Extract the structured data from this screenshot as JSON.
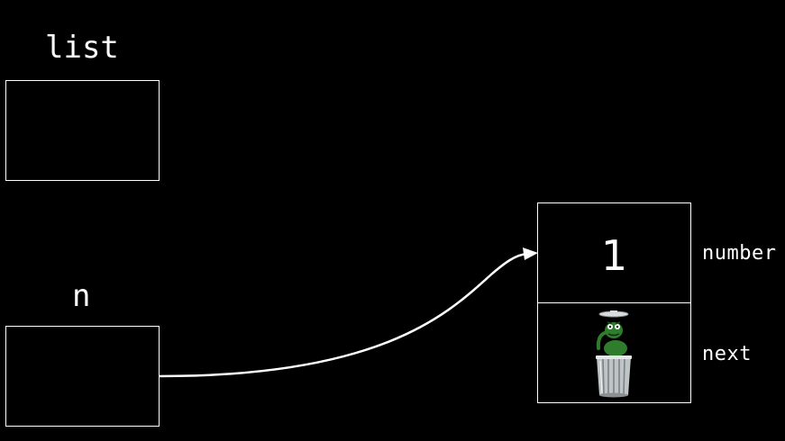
{
  "variables": {
    "list": {
      "label": "list"
    },
    "n": {
      "label": "n"
    }
  },
  "node": {
    "number_value": "1",
    "number_field_label": "number",
    "next_field_label": "next",
    "next_icon": "oscar-trash-can-icon"
  },
  "colors": {
    "background": "#000000",
    "foreground": "#ffffff",
    "oscar_green": "#2f7d2c",
    "can_silver": "#bfc4c7"
  }
}
